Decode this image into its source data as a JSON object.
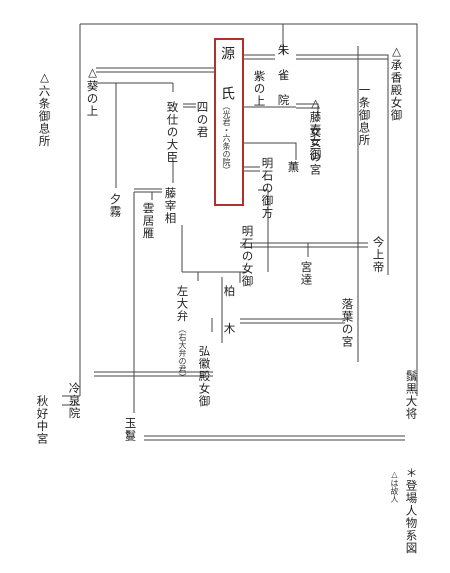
{
  "colors": {
    "line": "#444444",
    "highlight_border": "#b0302e"
  },
  "title": "＊登場人物系図",
  "legend_note": "△は故人",
  "main_character": {
    "name": "源　氏",
    "alias": "（光君・六条の院）"
  },
  "characters": [
    {
      "id": "suzaku",
      "name": "朱　雀　院"
    },
    {
      "id": "shokyoden",
      "name": "△承香殿女御"
    },
    {
      "id": "ichijo",
      "name": "一条御息所"
    },
    {
      "id": "fujitsubo",
      "name": "△藤壺女御"
    },
    {
      "id": "onna3",
      "name": "女三の宮"
    },
    {
      "id": "kaoru",
      "name": "薫"
    },
    {
      "id": "akashi-kata",
      "name": "明石の御方"
    },
    {
      "id": "akashi-nyogo",
      "name": "明石の女御"
    },
    {
      "id": "kinjo",
      "name": "今上帝"
    },
    {
      "id": "miya",
      "name": "宮達"
    },
    {
      "id": "ochiba",
      "name": "落葉の宮"
    },
    {
      "id": "murasaki",
      "name": "紫の上"
    },
    {
      "id": "aoi",
      "name": "△葵の上"
    },
    {
      "id": "rokujo-miyasudokoro",
      "name": "△六条御息所"
    },
    {
      "id": "chiji",
      "name": "致仕の大臣"
    },
    {
      "id": "shinokimi",
      "name": "四の君"
    },
    {
      "id": "yugiri",
      "name": "夕霧"
    },
    {
      "id": "kumoi",
      "name": "雲居雁"
    },
    {
      "id": "tonosaisho",
      "name": "藤宰相"
    },
    {
      "id": "sadaiben",
      "name": "左大弁"
    },
    {
      "id": "sadaiben-note",
      "name": "（右大弁の君）"
    },
    {
      "id": "kashiwagi",
      "name": "柏　　木"
    },
    {
      "id": "kokiden",
      "name": "弘徽殿女御"
    },
    {
      "id": "reizei",
      "name": "冷泉院"
    },
    {
      "id": "akikonomu",
      "name": "秋好中宮"
    },
    {
      "id": "tamakazura",
      "name": "玉鬘"
    },
    {
      "id": "higekuro",
      "name": "鬚黒大将"
    }
  ]
}
